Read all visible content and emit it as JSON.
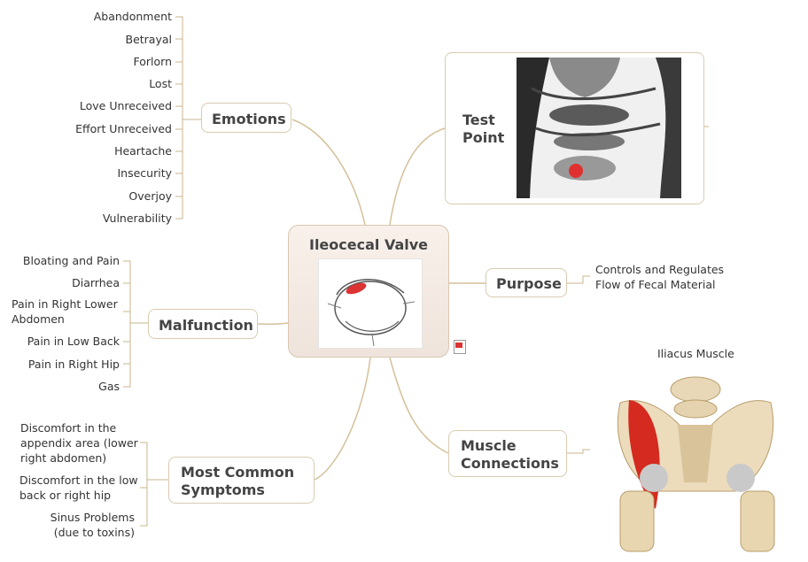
{
  "central": {
    "title": "Ileocecal Valve",
    "image_icon": "intestine-illustration"
  },
  "topics": {
    "emotions": "Emotions",
    "malfunction": "Malfunction",
    "symptoms": [
      "Most Common",
      "Symptoms"
    ],
    "test_point": [
      "Test",
      "Point"
    ],
    "purpose": "Purpose",
    "muscle": [
      "Muscle",
      "Connections"
    ]
  },
  "emotions_items": [
    "Abandonment",
    "Betrayal",
    "Forlorn",
    "Lost",
    "Love Unreceived",
    "Effort Unreceived",
    "Heartache",
    "Insecurity",
    "Overjoy",
    "Vulnerability"
  ],
  "malfunction_items": [
    [
      "Bloating and Pain"
    ],
    [
      "Diarrhea"
    ],
    [
      "Pain in Right Lower",
      "Abdomen"
    ],
    [
      "Pain in Low Back"
    ],
    [
      "Pain in Right Hip"
    ],
    [
      "Gas"
    ]
  ],
  "symptom_items": [
    [
      "Discomfort in the",
      "appendix area (lower",
      "right abdomen)"
    ],
    [
      "Discomfort in the low",
      "back or right hip"
    ],
    [
      "Sinus Problems",
      "(due to toxins)"
    ]
  ],
  "purpose_text": [
    "Controls and Regulates",
    "Flow of Fecal Material"
  ],
  "iliacus_label": "Iliacus Muscle",
  "colors": {
    "branch": "#d4c19a",
    "bracket": "#c9b48c",
    "topic_border": "#d9cbb1",
    "test_dot": "#e03030",
    "muscle": "#d42a1f"
  }
}
